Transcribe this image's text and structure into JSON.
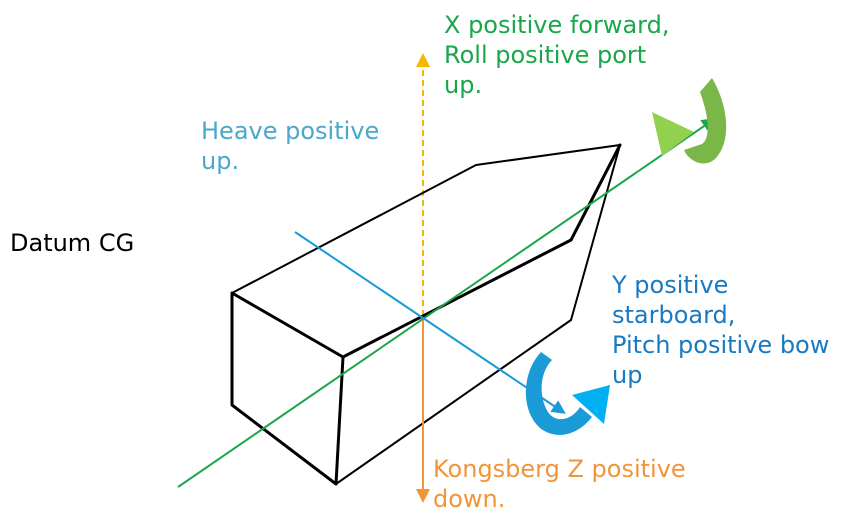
{
  "labels": {
    "x_axis": {
      "line1": "X positive forward,",
      "line2": "Roll positive port",
      "line3": "up."
    },
    "heave": {
      "line1": "Heave positive",
      "line2": "up."
    },
    "datum": {
      "line1": "Datum CG"
    },
    "y_axis": {
      "line1": "Y positive",
      "line2": "starboard,",
      "line3": "Pitch positive bow",
      "line4": "up"
    },
    "kongsberg_z": {
      "line1": "Kongsberg Z positive",
      "line2": "down."
    }
  },
  "colors": {
    "x_axis": "#1aa64a",
    "roll_arrow": "#7ab648",
    "heave": "#f5b800",
    "heave_text": "#4aa8c8",
    "y_axis": "#1a9ad6",
    "pitch_arrow": "#1a9ad6",
    "kongsberg_z": "#f0953a",
    "hull": "#000000",
    "datum_text": "#000000"
  }
}
